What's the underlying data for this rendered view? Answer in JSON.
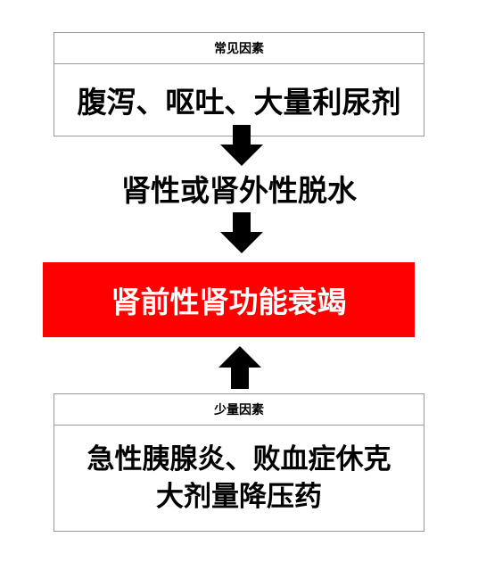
{
  "colors": {
    "highlight_box": "#ff0000",
    "highlight_text": "#ffffff",
    "border": "#9a9a9a",
    "arrow": "#000000"
  },
  "common_factors": {
    "header": "常见因素",
    "content": "腹泻、呕吐、大量利尿剂"
  },
  "intermediate": {
    "label": "肾性或肾外性脱水"
  },
  "result": {
    "label": "肾前性肾功能衰竭"
  },
  "rare_factors": {
    "header": "少量因素",
    "line1": "急性胰腺炎、败血症休克",
    "line2": "大剂量降压药"
  }
}
